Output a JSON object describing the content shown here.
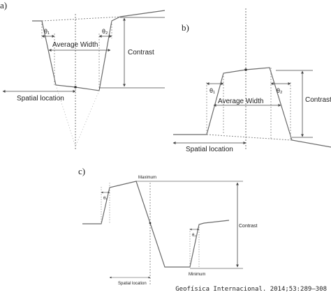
{
  "panels": {
    "a": {
      "label": "a)",
      "theta1": "θ₁",
      "theta2": "θ₂",
      "average_width": "Average Width",
      "contrast": "Contrast",
      "spatial_location": "Spatial location"
    },
    "b": {
      "label": "b)",
      "theta1": "θ₁",
      "theta2": "θ₂",
      "average_width": "Average Width",
      "contrast": "Contrast",
      "spatial_location": "Spatial location"
    },
    "c": {
      "label": "c)",
      "theta1": "θ₁",
      "theta2": "θ₂",
      "maximum": "Maximum",
      "minimum": "Minimum",
      "contrast": "Contrast",
      "spatial_location": "Spatial location"
    }
  },
  "citation": "Geofísica Internacional. 2014;53:289–308",
  "colors": {
    "line": "#6a6a6a",
    "text": "#222222"
  }
}
